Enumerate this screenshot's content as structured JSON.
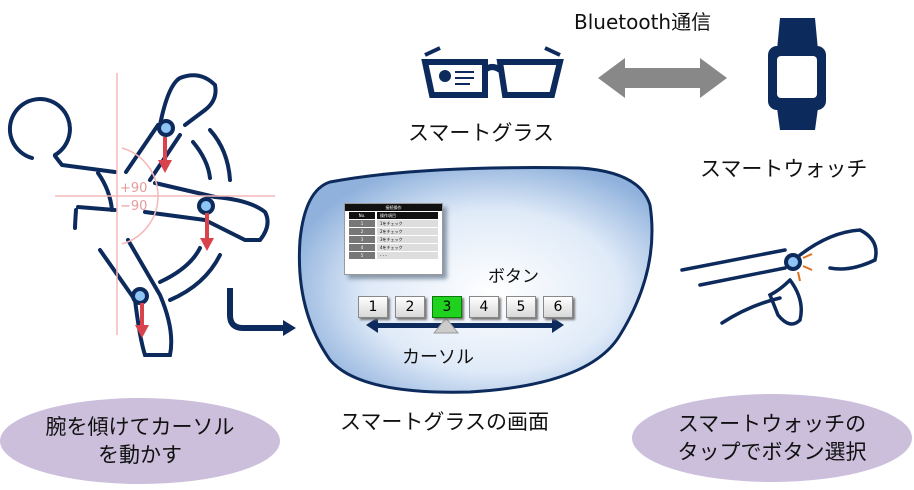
{
  "labels": {
    "bluetooth": "Bluetooth通信",
    "smart_glasses": "スマートグラス",
    "smart_watch": "スマートウォッチ",
    "button": "ボタン",
    "cursor": "カーソル",
    "glasses_screen": "スマートグラスの画面",
    "plus_angle": "+90",
    "minus_angle": "−90"
  },
  "bubbles": {
    "left": [
      "腕を傾けてカーソル",
      "を動かす"
    ],
    "right": [
      "スマートウォッチの",
      "タップでボタン選択"
    ]
  },
  "buttons": [
    "1",
    "2",
    "3",
    "4",
    "5",
    "6"
  ],
  "selected_button": "3",
  "screen_table": {
    "title": "接続操作",
    "headers": [
      "No.",
      "操作項目"
    ],
    "rows": [
      [
        "1",
        "1をチェック"
      ],
      [
        "2",
        "2をチェック"
      ],
      [
        "3",
        "3をチェック"
      ],
      [
        "4",
        "4をチェック"
      ],
      [
        "5",
        "- - -"
      ]
    ]
  },
  "colors": {
    "navy": "#0d2a5c",
    "red": "#d9434b",
    "pink": "#f4b8b8",
    "green": "#1ed21e",
    "bubble": "#cbbfdc"
  }
}
